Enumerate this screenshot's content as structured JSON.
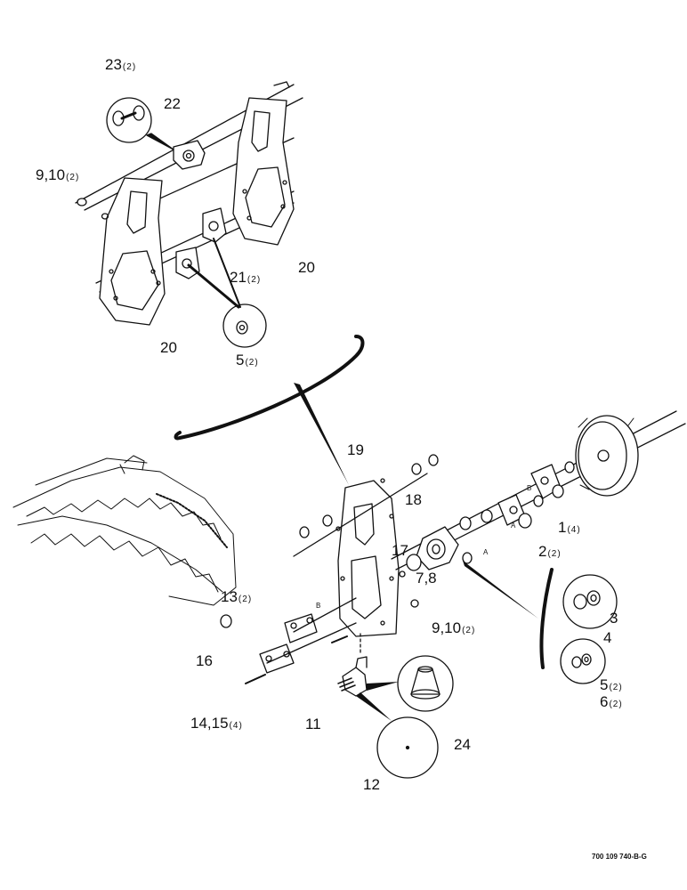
{
  "callouts": [
    {
      "id": "c1",
      "num": "1",
      "qty": "(4)"
    },
    {
      "id": "c2",
      "num": "2",
      "qty": "(2)"
    },
    {
      "id": "c3",
      "num": "3",
      "qty": ""
    },
    {
      "id": "c4",
      "num": "4",
      "qty": ""
    },
    {
      "id": "c5a",
      "num": "5",
      "qty": "(2)"
    },
    {
      "id": "c5b",
      "num": "5",
      "qty": "(2)"
    },
    {
      "id": "c6",
      "num": "6",
      "qty": "(2)"
    },
    {
      "id": "c78",
      "num": "7,8",
      "qty": ""
    },
    {
      "id": "c910a",
      "num": "9,10",
      "qty": "(2)"
    },
    {
      "id": "c910b",
      "num": "9,10",
      "qty": "(2)"
    },
    {
      "id": "c11",
      "num": "11",
      "qty": ""
    },
    {
      "id": "c12",
      "num": "12",
      "qty": ""
    },
    {
      "id": "c13",
      "num": "13",
      "qty": "(2)"
    },
    {
      "id": "c1415",
      "num": "14,15",
      "qty": "(4)"
    },
    {
      "id": "c16",
      "num": "16",
      "qty": ""
    },
    {
      "id": "c17",
      "num": "17",
      "qty": ""
    },
    {
      "id": "c18",
      "num": "18",
      "qty": ""
    },
    {
      "id": "c19",
      "num": "19",
      "qty": ""
    },
    {
      "id": "c20a",
      "num": "20",
      "qty": ""
    },
    {
      "id": "c20b",
      "num": "20",
      "qty": ""
    },
    {
      "id": "c21",
      "num": "21",
      "qty": "(2)"
    },
    {
      "id": "c22",
      "num": "22",
      "qty": ""
    },
    {
      "id": "c23",
      "num": "23",
      "qty": "(2)"
    },
    {
      "id": "c24",
      "num": "24",
      "qty": ""
    }
  ],
  "point_labels": {
    "a1": "A",
    "a2": "A",
    "b1": "B",
    "b2": "B"
  },
  "reference_code": "700 109 740-B-G",
  "colors": {
    "ink": "#111111",
    "paper": "#ffffff"
  }
}
